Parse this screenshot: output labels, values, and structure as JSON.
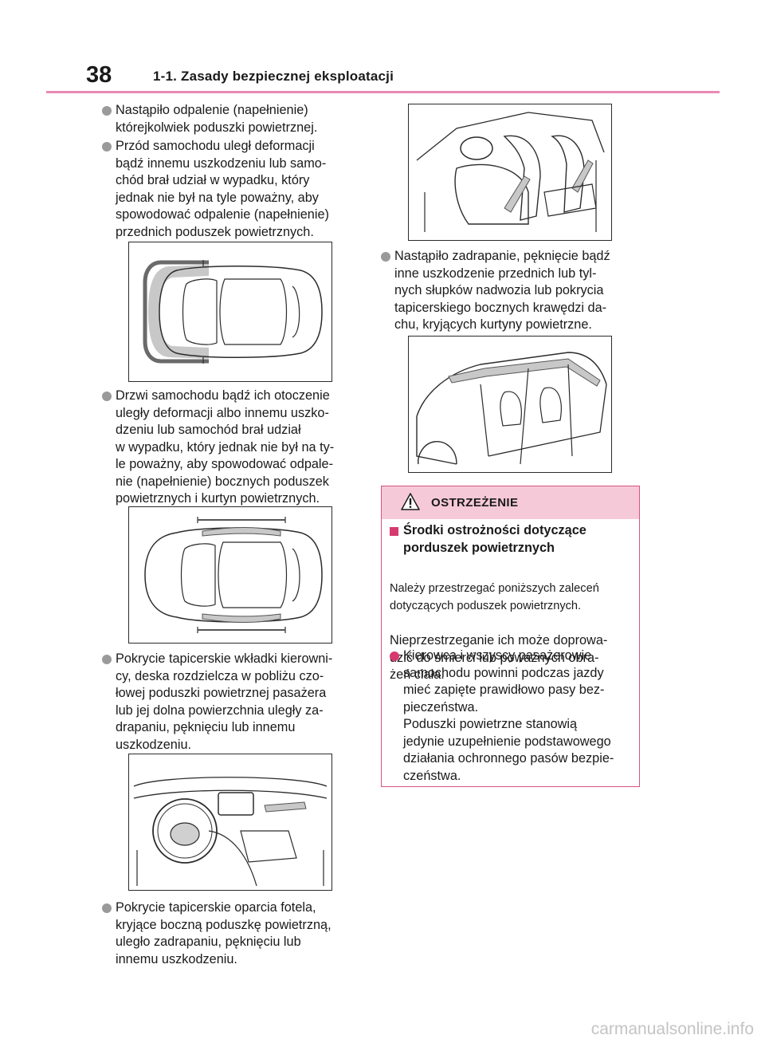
{
  "header": {
    "page_number": "38",
    "section_title": "1-1. Zasady bezpiecznej eksploatacji"
  },
  "left_column": {
    "bullets": [
      "Nastąpiło odpalenie (napełnienie)\nktórejkolwiek poduszki powietrznej.",
      "Przód samochodu uległ deformacji\nbądź innemu uszkodzeniu lub samo-\nchód brał udział w wypadku, który\njednak nie był na tyle poważny, aby\nspowodować odpalenie (napełnienie)\nprzednich poduszek powietrznych.",
      "Drzwi samochodu bądź ich otoczenie\nuległy deformacji albo innemu uszko-\ndzeniu lub samochód brał udział\nw wypadku, który jednak nie był na ty-\nle poważny, aby spowodować odpale-\nnie (napełnienie) bocznych poduszek\npowietrznych i kurtyn powietrznych.",
      "Pokrycie tapicerskie wkładki kierowni-\ncy, deska rozdzielcza w pobliżu czo-\nłowej poduszki powietrznej pasażera\nlub jej dolna powierzchnia uległy za-\ndrapaniu, pęknięciu lub innemu\nuszkodzeniu.",
      "Pokrycie tapicerskie oparcia fotela,\nkryjące boczną poduszkę powietrzną,\nuległo zadrapaniu, pęknięciu lub\ninnemu uszkodzeniu."
    ]
  },
  "right_column": {
    "bullets": [
      "Nastąpiło zadrapanie, pęknięcie bądź\ninne uszkodzenie przednich lub tyl-\nnych słupków nadwozia lub pokrycia\ntapicerskiego bocznych krawędzi da-\nchu, kryjących kurtyny powietrzne."
    ]
  },
  "warning": {
    "title": "OSTRZEŻENIE",
    "subtitle": "Środki ostrożności dotyczące\nporduszek powietrznych",
    "para_small": "Należy przestrzegać poniższych zaleceń\ndotyczących poduszek powietrznych.",
    "para": "Nieprzestrzeganie ich może doprowa-\ndzić do śmierci lub poważnych obra-\nżeń ciała.",
    "bullet": "Kierowca i wszyscy pasażerowie\nsamochodu powinni podczas jazdy\nmieć zapięte prawidłowo pasy bez-\npieczeństwa.\nPoduszki powietrzne stanowią\njedynie uzupełnienie podstawowego\ndziałania ochronnego pasów bezpie-\nczeństwa.",
    "accent_color": "#d63a6e",
    "header_color": "#f6c9d8"
  },
  "footer": {
    "watermark": "carmanualsonline.info"
  },
  "icons": [
    "warning-triangle-icon",
    "bullet-dot-icon"
  ]
}
